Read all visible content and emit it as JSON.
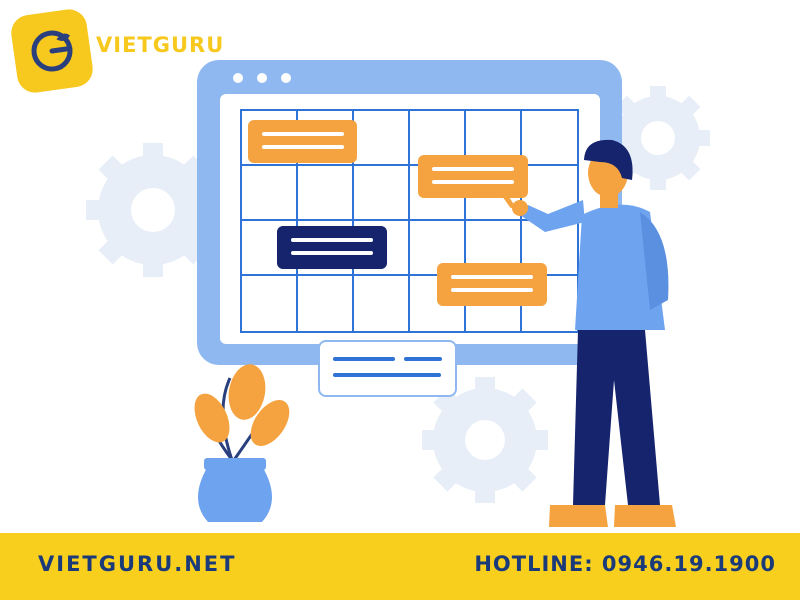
{
  "brand": {
    "name": "VIETGURU",
    "logo_icon": "vietguru-logo-icon",
    "color": "#f7c81e"
  },
  "illustration": {
    "subject": "calendar-planning-board",
    "icons": [
      "gear-icon",
      "calendar-board",
      "person-pointing",
      "plant-pot"
    ]
  },
  "footer": {
    "website": "VIETGURU.NET",
    "hotline": "HOTLINE: 0946.19.1900",
    "bar_color": "#f9cf1e",
    "text_color": "#1a3a7a"
  }
}
